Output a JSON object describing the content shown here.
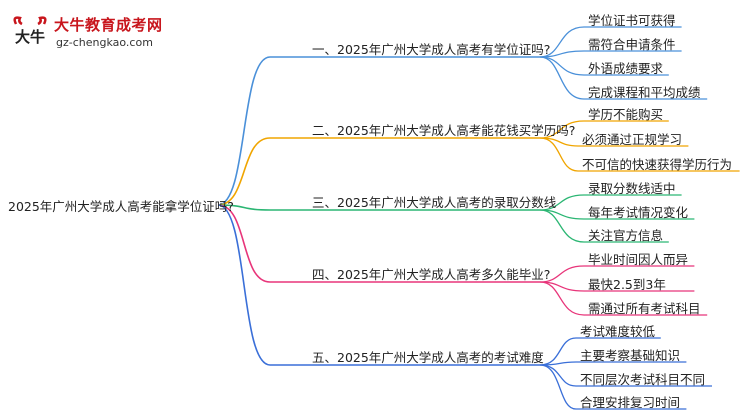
{
  "logo": {
    "name": "大牛教育成考网",
    "url": "gz-chengkao.com",
    "mark_text": "大牛"
  },
  "root": {
    "label": "2025年广州大学成人高考能拿学位证吗?"
  },
  "branches": [
    {
      "label": "一、2025年广州大学成人高考有学位证吗?",
      "color": "#4a90d9",
      "leaves": [
        "学位证书可获得",
        "需符合申请条件",
        "外语成绩要求",
        "完成课程和平均成绩"
      ]
    },
    {
      "label": "二、2025年广州大学成人高考能花钱买学历吗?",
      "color": "#f0a500",
      "leaves": [
        "学历不能购买",
        "必须通过正规学习",
        "不可信的快速获得学历行为"
      ]
    },
    {
      "label": "三、2025年广州大学成人高考的录取分数线",
      "color": "#2bb673",
      "leaves": [
        "录取分数线适中",
        "每年考试情况变化",
        "关注官方信息"
      ]
    },
    {
      "label": "四、2025年广州大学成人高考多久能毕业?",
      "color": "#e8357a",
      "leaves": [
        "毕业时间因人而异",
        "最快2.5到3年",
        "需通过所有考试科目"
      ]
    },
    {
      "label": "五、2025年广州大学成人高考的考试难度",
      "color": "#3a6fd8",
      "leaves": [
        "考试难度较低",
        "主要考察基础知识",
        "不同层次考试科目不同",
        "合理安排复习时间"
      ]
    }
  ]
}
